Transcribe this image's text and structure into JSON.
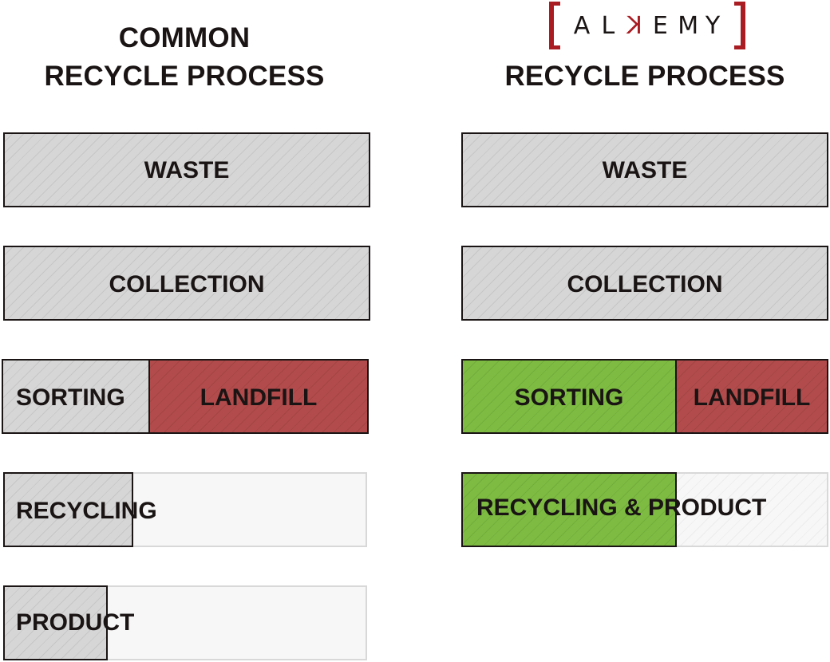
{
  "left": {
    "title_lines": [
      "COMMON",
      "RECYCLE PROCESS"
    ],
    "steps": {
      "waste": "WASTE",
      "collection": "COLLECTION",
      "sorting": "SORTING",
      "landfill": "LANDFILL",
      "recycling": "RECYCLING",
      "product": "PRODUCT"
    }
  },
  "right": {
    "logo": {
      "text": "ALKEMY",
      "letters": [
        "A",
        "L",
        "K",
        "E",
        "M",
        "Y"
      ],
      "reversed_letter": "K"
    },
    "title": "RECYCLE PROCESS",
    "steps": {
      "waste": "WASTE",
      "collection": "COLLECTION",
      "sorting": "SORTING",
      "landfill": "LANDFILL",
      "recycling_product": "RECYCLING & PRODUCT"
    }
  },
  "colors": {
    "neutral": "#d6d6d6",
    "landfill": "#b24c4c",
    "alkemy_green": "#7dbb42",
    "brand_red": "#a81c22",
    "outline": "#1a1414"
  }
}
